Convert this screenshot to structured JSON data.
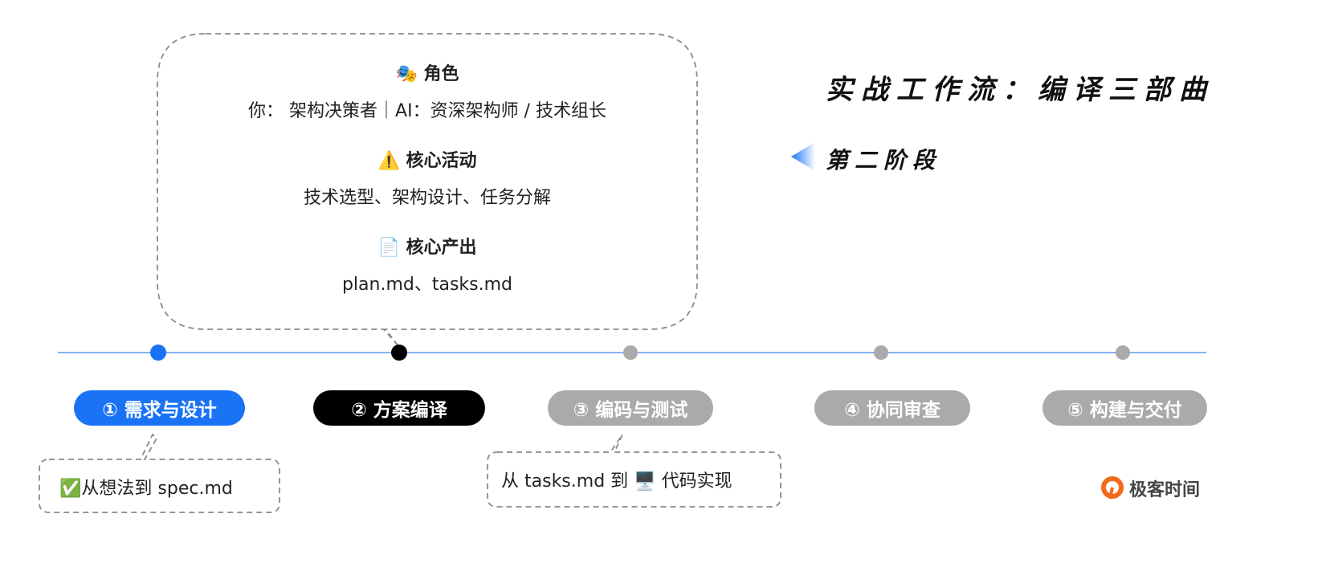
{
  "title": "实战工作流：编译三部曲",
  "stage_label": "第二阶段",
  "detail": {
    "role_header": "角色",
    "role_text": "你：  架构决策者｜AI：资深架构师 / 技术组长",
    "activity_header": "核心活动",
    "activity_text": "技术选型、架构设计、任务分解",
    "output_header": "核心产出",
    "output_text": "plan.md、tasks.md",
    "icons": [
      "theater-masks-icon",
      "warning-icon",
      "document-icon"
    ]
  },
  "steps": [
    {
      "label": "① 需求与设计",
      "state": "done",
      "color": "#1a73f5"
    },
    {
      "label": "② 方案编译",
      "state": "active",
      "color": "#000000"
    },
    {
      "label": "③ 编码与测试",
      "state": "pending",
      "color": "#aaaaaa"
    },
    {
      "label": "④ 协同审查",
      "state": "pending",
      "color": "#aaaaaa"
    },
    {
      "label": "⑤ 构建与交付",
      "state": "pending",
      "color": "#aaaaaa"
    }
  ],
  "notes": {
    "step1": "从想法到 spec.md",
    "step3_prefix": "从 tasks.md 到",
    "step3_suffix": "代码实现"
  },
  "brand": "极客时间",
  "colors": {
    "accent": "#1a73f5",
    "line": "#5b95f5",
    "dash": "#8a8a8a",
    "brand": "#f26a1b"
  }
}
